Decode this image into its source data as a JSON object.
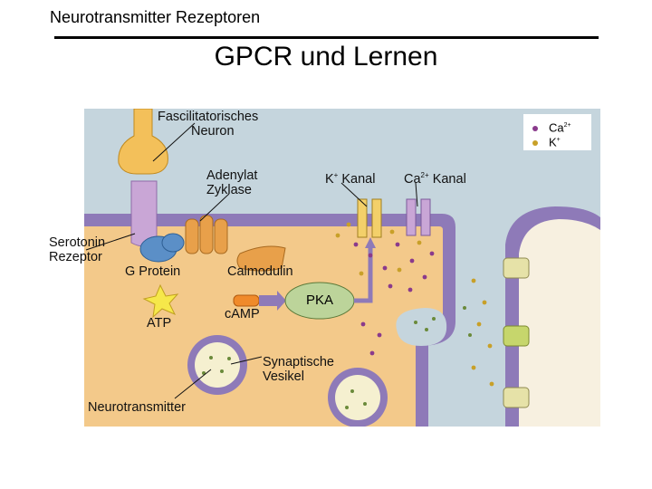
{
  "header": {
    "title": "Neurotransmitter Rezeptoren"
  },
  "slide": {
    "title": "GPCR und Lernen"
  },
  "figure": {
    "labels": {
      "facilitating_neuron_line1": "Fascilitatorisches",
      "facilitating_neuron_line2": "Neuron",
      "adenylate_cyclase_line1": "Adenylat",
      "adenylate_cyclase_line2": "Zyklase",
      "k_channel_prefix": "K",
      "k_channel_sup": "+",
      "k_channel_suffix": " Kanal",
      "ca_channel_prefix": "Ca",
      "ca_channel_sup": "2+",
      "ca_channel_suffix": " Kanal",
      "serotonin_receptor_line1": "Serotonin",
      "serotonin_receptor_line2": "Rezeptor",
      "g_protein": "G Protein",
      "calmodulin": "Calmodulin",
      "atp": "ATP",
      "camp": "cAMP",
      "pka": "PKA",
      "synaptic_vesicle_line1": "Synaptische",
      "synaptic_vesicle_line2": "Vesikel",
      "neurotransmitter": "Neurotransmitter"
    },
    "legend": [
      {
        "ion": "Ca",
        "sup": "2+",
        "color": "#8a3a8c"
      },
      {
        "ion": "K",
        "sup": "+",
        "color": "#c8a028"
      }
    ],
    "colors": {
      "background": "#c5d5dd",
      "cytoplasm": "#f3c98a",
      "membrane": "#8e7ab8",
      "receptor": "#c9a6d6",
      "g_protein": "#5b8fc7",
      "adenylate_cyclase": "#e8a04a",
      "calmodulin": "#e8a04a",
      "pka": "#bcd49a",
      "vesicle_fill": "#f5f0d0",
      "postsynaptic": "#f7f0e0"
    }
  }
}
